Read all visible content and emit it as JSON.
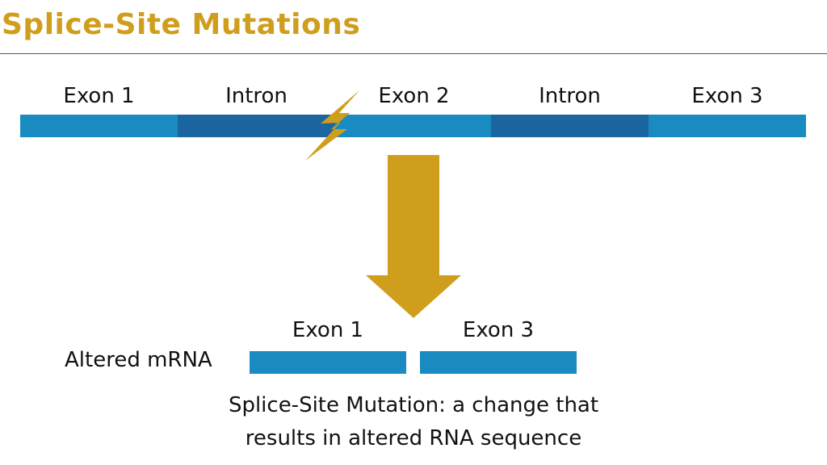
{
  "title": "Splice-Site Mutations",
  "gene": {
    "segments": [
      {
        "label": "Exon 1",
        "type": "exon"
      },
      {
        "label": "Intron",
        "type": "intron"
      },
      {
        "label": "Exon 2",
        "type": "exon"
      },
      {
        "label": "Intron",
        "type": "intron"
      },
      {
        "label": "Exon 3",
        "type": "exon"
      }
    ]
  },
  "mrna": {
    "label": "Altered mRNA",
    "segments": [
      {
        "label": "Exon 1"
      },
      {
        "label": "Exon 3"
      }
    ]
  },
  "caption": {
    "line1": "Splice-Site Mutation: a change that",
    "line2": "results in altered RNA sequence"
  },
  "colors": {
    "accent": "#d09e1d",
    "exon": "#1a8bc0",
    "intron": "#1b65a0"
  }
}
